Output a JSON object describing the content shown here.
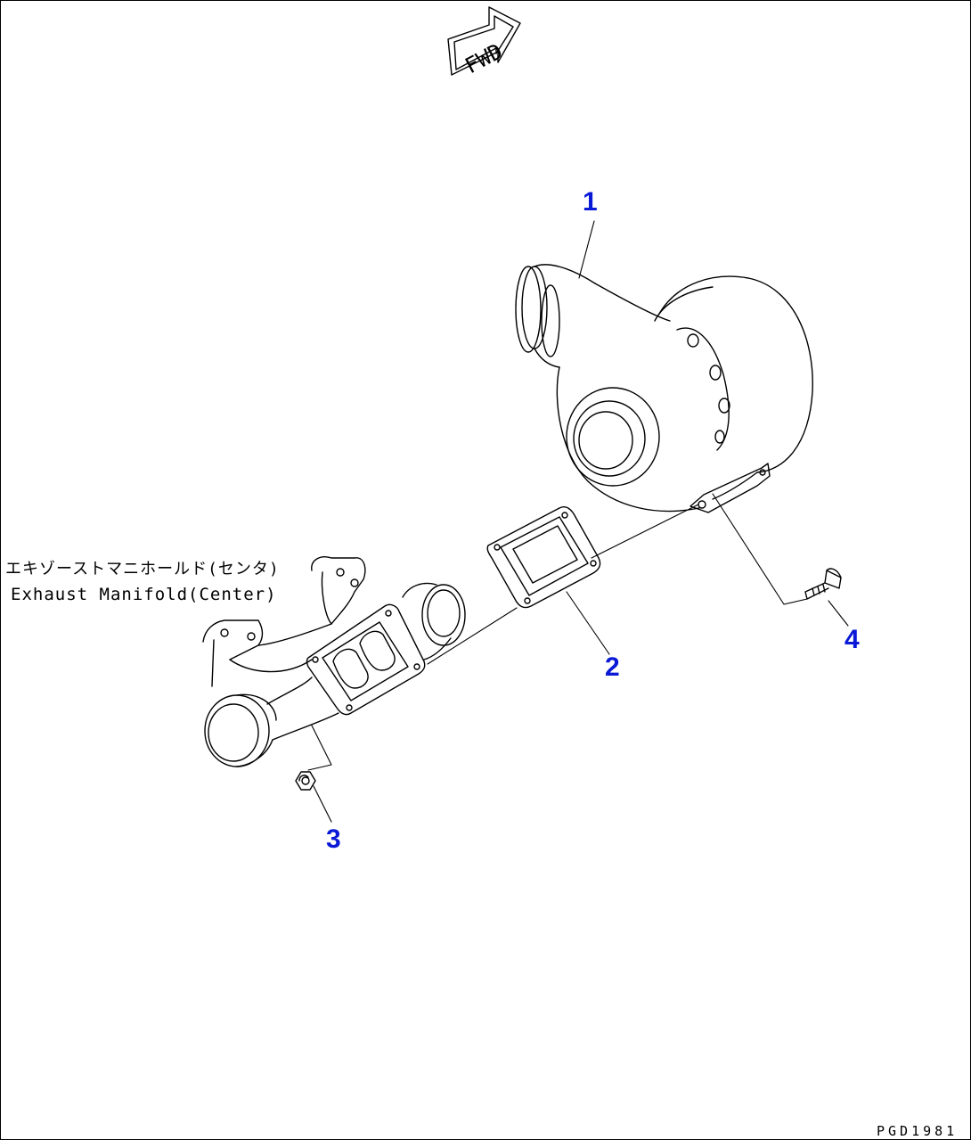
{
  "direction_marker": {
    "label": "FWD",
    "icon": "forward-arrow-icon"
  },
  "parts": [
    {
      "number": "1",
      "part": "turbocharger"
    },
    {
      "number": "2",
      "part": "gasket"
    },
    {
      "number": "3",
      "part": "nut"
    },
    {
      "number": "4",
      "part": "bolt"
    }
  ],
  "reference_note": {
    "japanese": "エキゾーストマニホールド(センタ)",
    "english": "Exhaust Manifold(Center)"
  },
  "drawing_code": "PGD1981",
  "colors": {
    "callout": "#0a19d6",
    "line": "#000000",
    "background": "#ffffff"
  }
}
